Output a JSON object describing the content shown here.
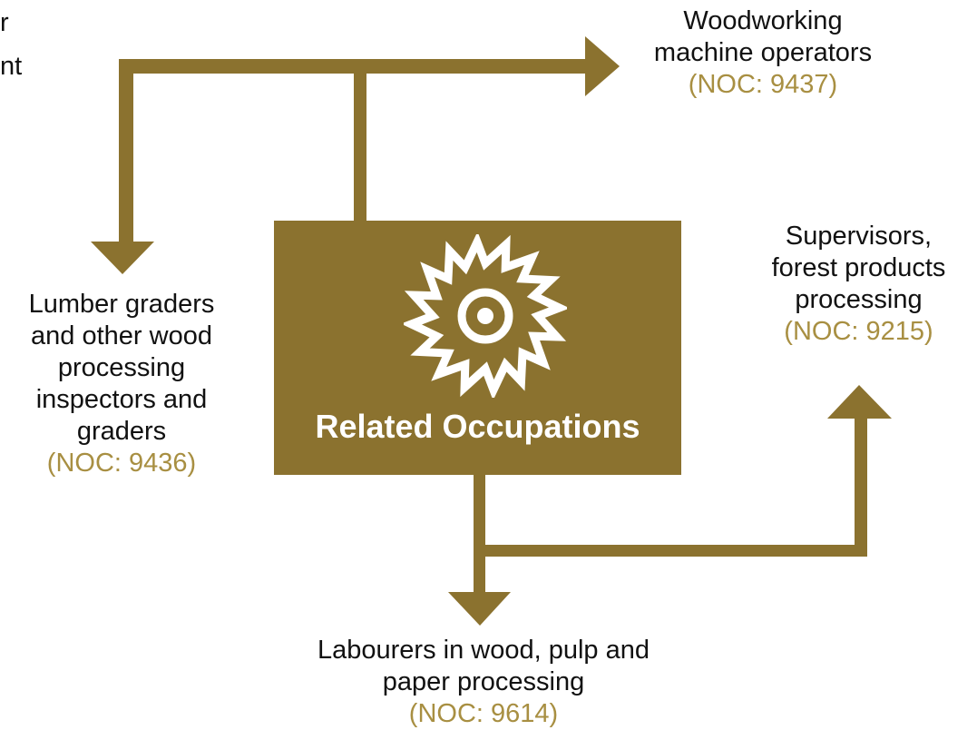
{
  "diagram": {
    "accent_color": "#8B722F",
    "noc_color": "#A88F42",
    "clipped_left_fragments": [
      "r",
      "nt"
    ],
    "center": {
      "title": "Related Occupations",
      "icon": "saw-blade-icon"
    },
    "nodes": [
      {
        "id": "woodworking",
        "lines": [
          "Woodworking",
          "machine operators"
        ],
        "noc": "(NOC: 9437)"
      },
      {
        "id": "lumber",
        "lines": [
          "Lumber graders",
          "and other wood",
          "processing",
          "inspectors and",
          "graders"
        ],
        "noc": "(NOC: 9436)"
      },
      {
        "id": "supervisors",
        "lines": [
          "Supervisors,",
          "forest products",
          "processing"
        ],
        "noc": "(NOC: 9215)"
      },
      {
        "id": "labourers",
        "lines": [
          "Labourers in wood, pulp and",
          "paper processing"
        ],
        "noc": "(NOC: 9614)"
      }
    ]
  }
}
